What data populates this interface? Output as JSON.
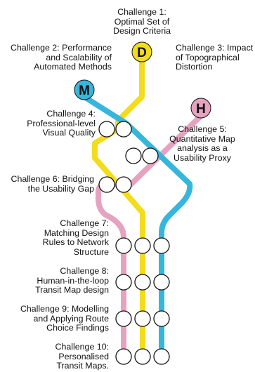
{
  "lines": {
    "design_criteria": {
      "color": "#f2dc1c",
      "terminal_letter": "D"
    },
    "methods": {
      "color": "#36b6dc",
      "terminal_letter": "M"
    },
    "topographical": {
      "color": "#e6a3c0",
      "terminal_letter": "H"
    }
  },
  "challenges": [
    {
      "id": 1,
      "text": "Challenge 1:\nOptimal Set of\nDesign Criteria"
    },
    {
      "id": 2,
      "text": "Challenge 2: Performance\nand Scalability of\nAutomated Methods"
    },
    {
      "id": 3,
      "text": "Challenge 3: Impact\nof Topographical\nDistortion"
    },
    {
      "id": 4,
      "text": "Challenge 4:\nProfessional-level\nVisual Quality"
    },
    {
      "id": 5,
      "text": "Challenge 5:\nQuantitative Map\nanalysis as a\nUsability Proxy"
    },
    {
      "id": 6,
      "text": "Challenge 6: Bridging\nthe Usability Gap"
    },
    {
      "id": 7,
      "text": "Challenge 7:\nMatching Design\nRules to Network\nStructure"
    },
    {
      "id": 8,
      "text": "Challenge 8:\nHuman-in-the-loop\nTransit Map design"
    },
    {
      "id": 9,
      "text": "Challenge 9: Modelling\nand Applying Route\nChoice Findings"
    },
    {
      "id": 10,
      "text": "Challenge 10:\nPersonalised\nTransit Maps."
    }
  ]
}
